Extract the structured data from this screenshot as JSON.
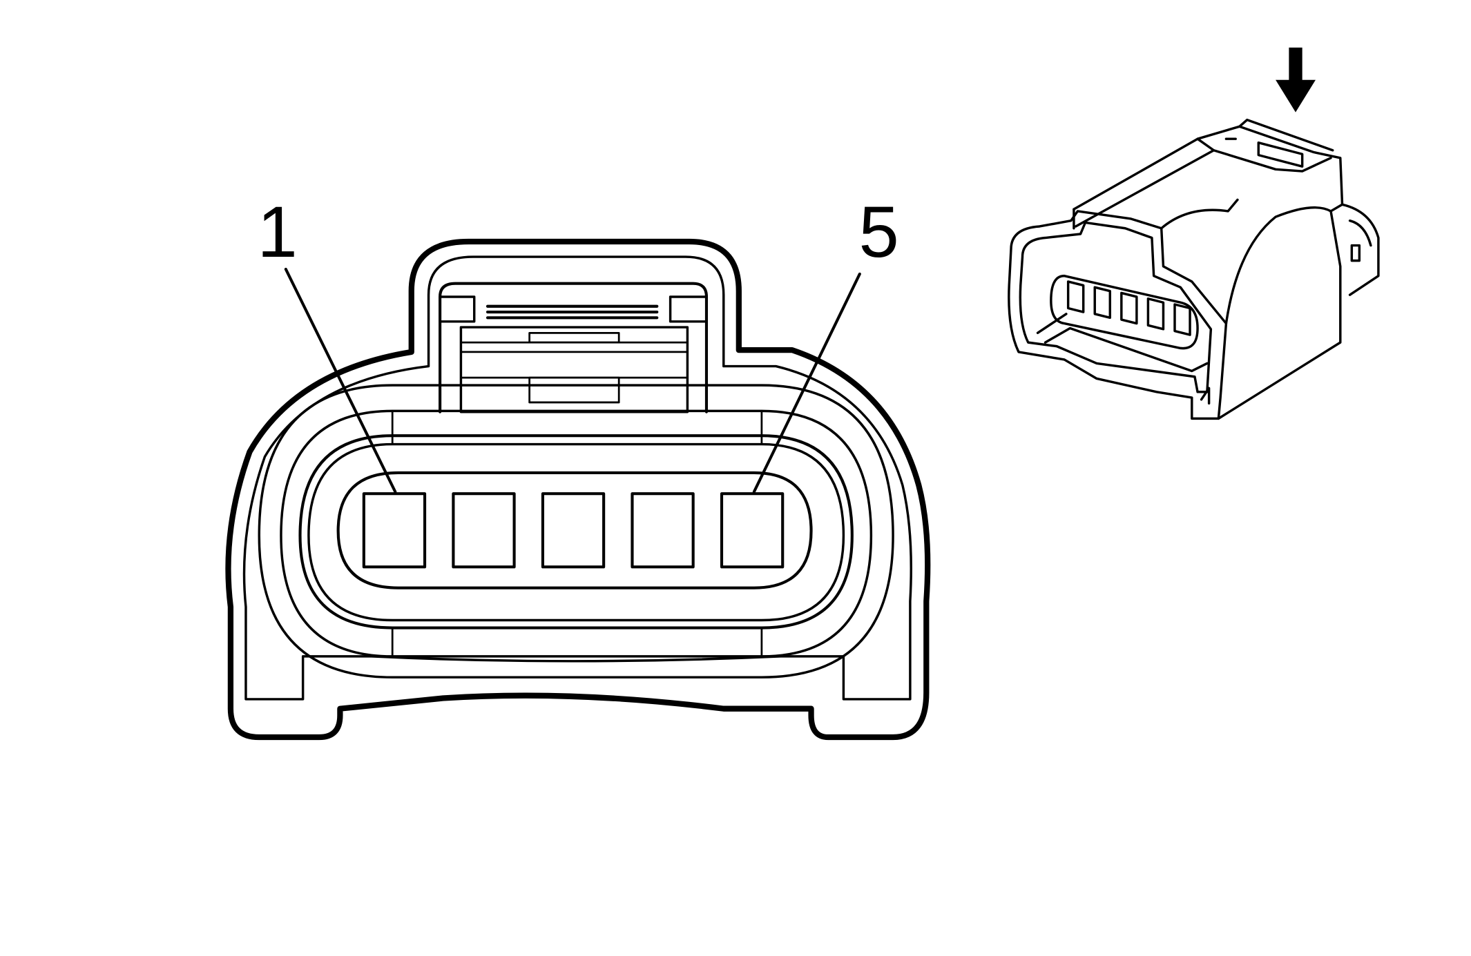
{
  "diagram": {
    "type": "connector-pinout",
    "pin_count": 5,
    "callouts": [
      {
        "pin": 1,
        "label": "1"
      },
      {
        "pin": 5,
        "label": "5"
      }
    ],
    "colors": {
      "background": "#ffffff",
      "stroke": "#000000"
    }
  }
}
